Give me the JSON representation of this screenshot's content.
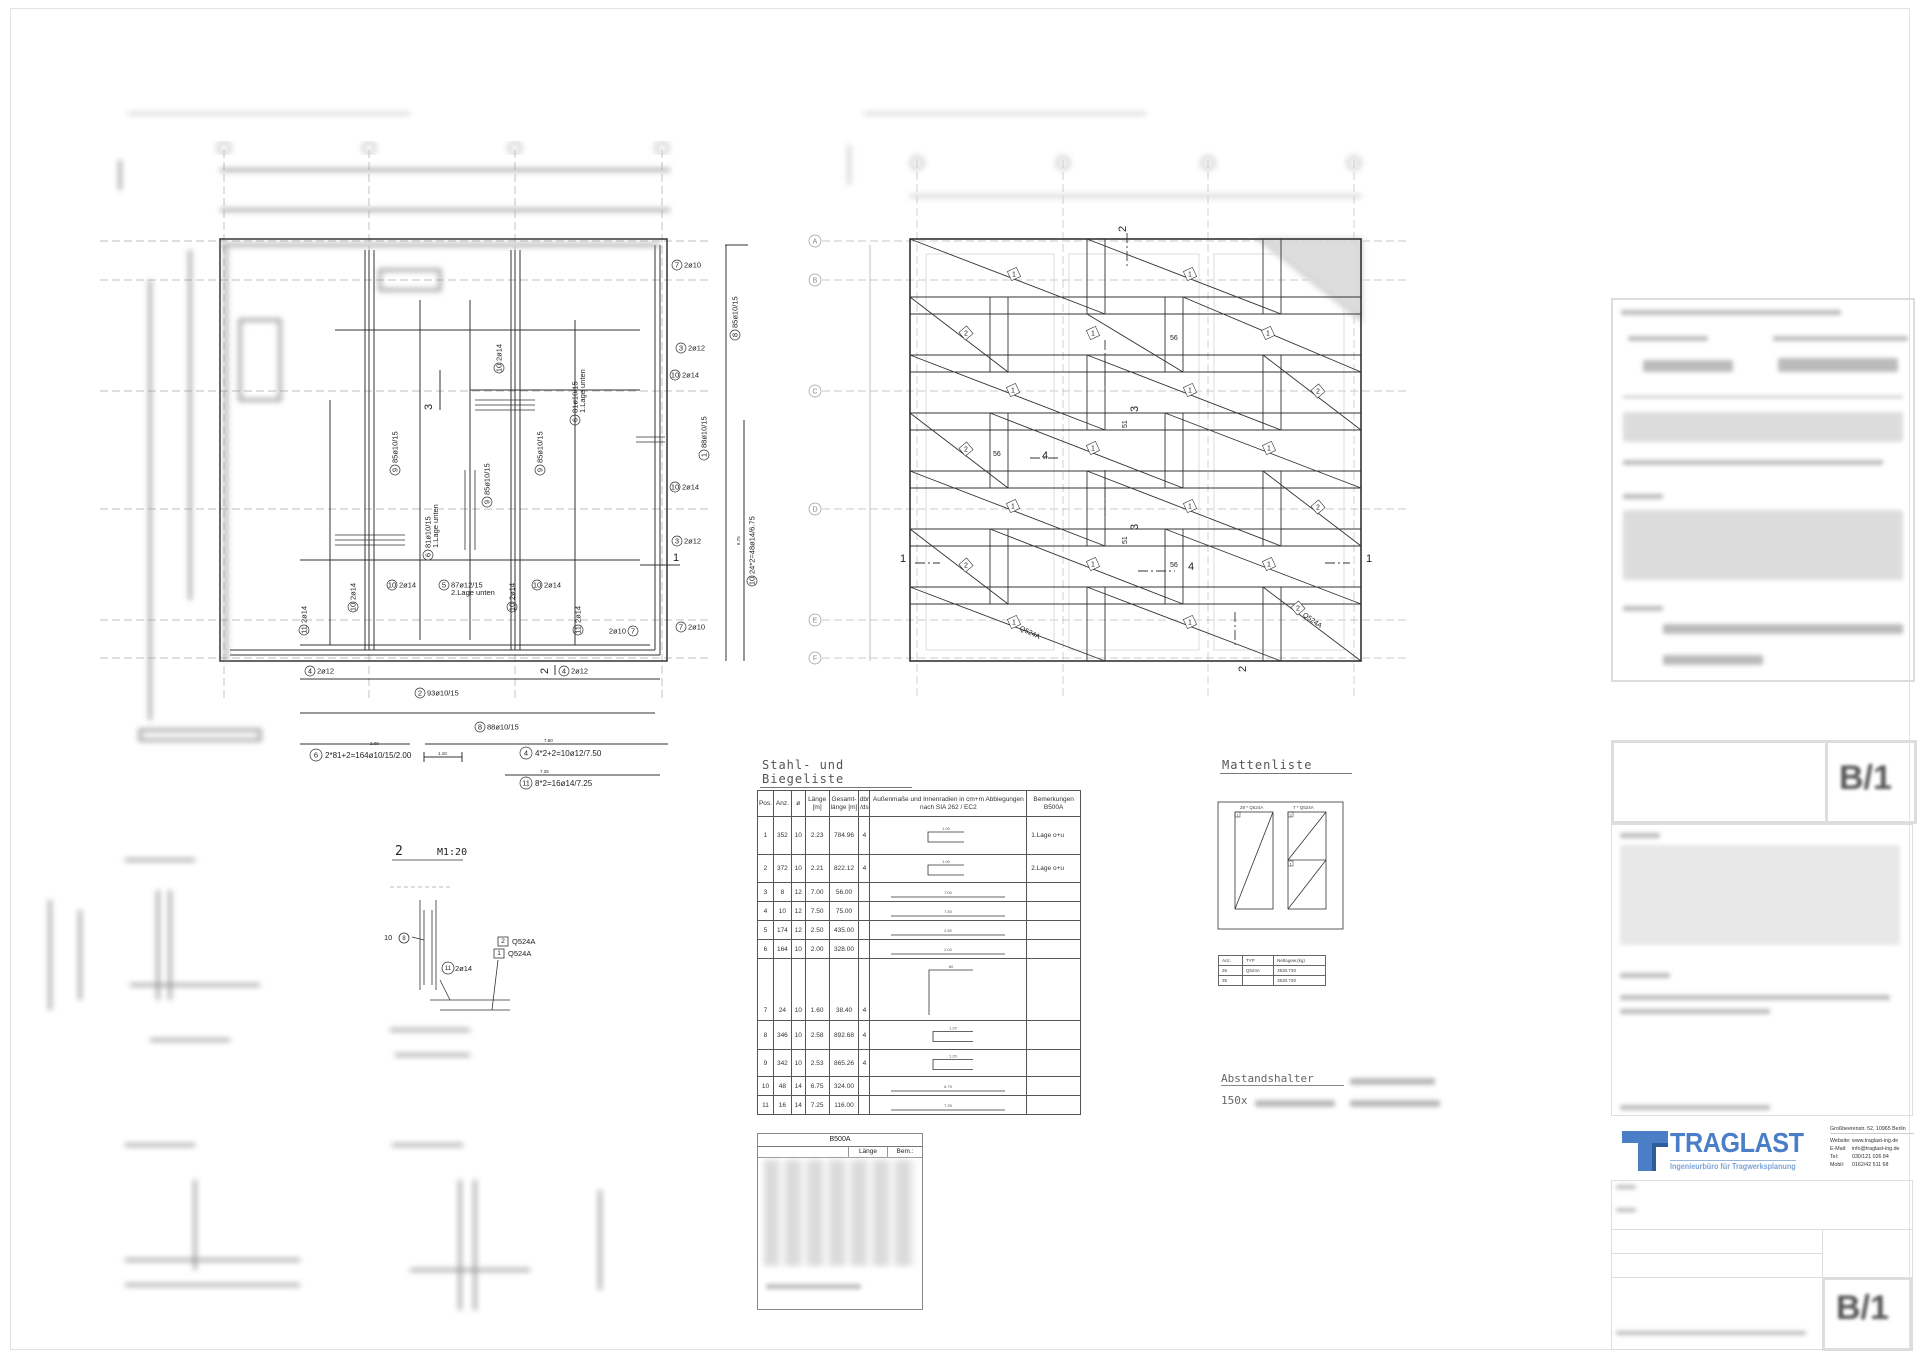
{
  "plan_left": {
    "labels": [
      {
        "pos": "7",
        "text": "2ø10"
      },
      {
        "pos": "3",
        "text": "2ø12"
      },
      {
        "pos": "10",
        "text": "2ø14"
      },
      {
        "pos": "10",
        "text": "2ø14"
      },
      {
        "pos": "3",
        "text": "2ø12"
      },
      {
        "pos": "7",
        "text": "2ø10"
      },
      {
        "pos": "7",
        "text": "2ø10"
      },
      {
        "pos": "4",
        "text": "2ø12"
      },
      {
        "pos": "4",
        "text": "2ø12"
      },
      {
        "pos": "2",
        "text": "93ø10/15"
      },
      {
        "pos": "8",
        "text": "88ø10/15"
      },
      {
        "pos": "10",
        "text": "2ø14"
      },
      {
        "pos": "10",
        "text": "2ø14"
      },
      {
        "pos": "5",
        "text": "87ø12/15",
        "note": "2.Lage unten"
      },
      {
        "pos": "1",
        "text": "88ø10/15"
      },
      {
        "pos": "8",
        "text": "85ø10/15"
      },
      {
        "pos": "10",
        "text": "24*2=48ø14/6.75"
      },
      {
        "pos": "9",
        "text": "85ø10/15"
      },
      {
        "pos": "9",
        "text": "85ø10/15"
      },
      {
        "pos": "9",
        "text": "85ø10/15"
      },
      {
        "pos": "6",
        "text": "81ø10/15",
        "note": "1.Lage unten"
      },
      {
        "pos": "6",
        "text": "81ø10/15",
        "note": "1.Lage unten"
      },
      {
        "pos": "11",
        "text": "2ø14"
      },
      {
        "pos": "11",
        "text": "2ø14"
      },
      {
        "pos": "10",
        "text": "2ø14"
      },
      {
        "pos": "10",
        "text": "2ø14"
      },
      {
        "pos": "10",
        "text": "2ø14"
      }
    ],
    "schedule": [
      {
        "pos": "6",
        "text": "2*81+2=164ø10/15/2.00",
        "dim": "2.00"
      },
      {
        "pos": "4",
        "text": "4*2+2=10ø12/7.50",
        "dim": "7.50"
      },
      {
        "pos": "11",
        "text": "8*2=16ø14/7.25",
        "dim": "7.25"
      }
    ],
    "small_dim": "1.10",
    "dim_675": "6.75",
    "section_marks": {
      "one": "1",
      "two": "2",
      "three": "3"
    }
  },
  "plan_mesh": {
    "grid_axes": [
      "A",
      "B",
      "C",
      "D",
      "E",
      "F"
    ],
    "mesh_numbers": [
      "1",
      "1",
      "2",
      "1",
      "1",
      "1",
      "1",
      "2",
      "2",
      "1",
      "1",
      "1",
      "1",
      "2",
      "2",
      "1",
      "1",
      "1",
      "1",
      "2"
    ],
    "mesh_type": "Q524A",
    "dims": {
      "d56": "56",
      "d51": "51"
    },
    "section_marks": {
      "one": "1",
      "two": "2",
      "three": "3",
      "four": "4"
    }
  },
  "steel_list": {
    "title": "Stahl- und Biegeliste",
    "headers": {
      "pos": "Pos.",
      "anz": "Anz.",
      "dia": "ø",
      "len": "Länge [m]",
      "total": "Gesamt-länge [m]",
      "dbr": "dbr /ds",
      "shape": "Außenmaße und Innenradien in cm+m Abbiegungen nach SIA 262 / EC2",
      "remarks": "Bemerkungen B500A"
    },
    "rows": [
      {
        "pos": "1",
        "anz": "352",
        "dia": "10",
        "len": "2.23",
        "total": "784.96",
        "dbr": "4",
        "shape": "u",
        "dim": "1.00",
        "rem": "1.Lage o+u"
      },
      {
        "pos": "2",
        "anz": "372",
        "dia": "10",
        "len": "2.21",
        "total": "822.12",
        "dbr": "4",
        "shape": "u",
        "dim": "1.00",
        "rem": "2.Lage o+u"
      },
      {
        "pos": "3",
        "anz": "8",
        "dia": "12",
        "len": "7.00",
        "total": "56.00",
        "dbr": "",
        "shape": "line",
        "dim": "7.00",
        "rem": ""
      },
      {
        "pos": "4",
        "anz": "10",
        "dia": "12",
        "len": "7.50",
        "total": "75.00",
        "dbr": "",
        "shape": "line",
        "dim": "7.50",
        "rem": ""
      },
      {
        "pos": "5",
        "anz": "174",
        "dia": "12",
        "len": "2.50",
        "total": "435.00",
        "dbr": "",
        "shape": "line",
        "dim": "2.50",
        "rem": ""
      },
      {
        "pos": "6",
        "anz": "164",
        "dia": "10",
        "len": "2.00",
        "total": "328.00",
        "dbr": "",
        "shape": "line",
        "dim": "2.00",
        "rem": ""
      },
      {
        "pos": "7",
        "anz": "24",
        "dia": "10",
        "len": "1.60",
        "total": "38.40",
        "dbr": "4",
        "shape": "L",
        "dim": "80",
        "rem": ""
      },
      {
        "pos": "8",
        "anz": "346",
        "dia": "10",
        "len": "2.58",
        "total": "892.68",
        "dbr": "4",
        "shape": "u",
        "dim": "1.20",
        "rem": ""
      },
      {
        "pos": "9",
        "anz": "342",
        "dia": "10",
        "len": "2.53",
        "total": "865.26",
        "dbr": "4",
        "shape": "u",
        "dim": "1.20",
        "rem": ""
      },
      {
        "pos": "10",
        "anz": "48",
        "dia": "14",
        "len": "6.75",
        "total": "324.00",
        "dbr": "",
        "shape": "line",
        "dim": "6.75",
        "rem": ""
      },
      {
        "pos": "11",
        "anz": "16",
        "dia": "14",
        "len": "7.25",
        "total": "116.00",
        "dbr": "",
        "shape": "line",
        "dim": "7.25",
        "rem": ""
      }
    ]
  },
  "b500a_table": {
    "title": "B500A",
    "col_len": "Länge",
    "col_rem": "Bem.:"
  },
  "mesh_list": {
    "title": "Mattenliste",
    "sheet_a": "28 * Q524A",
    "sheet_b": "7 * Q524A",
    "sheet_a_no": "1",
    "sheet_b_no": "2",
    "headers": [
      "Anz.",
      "TYP",
      "Nettogew.(kg)"
    ],
    "rows": [
      [
        "35",
        "Q524A",
        "3530.730"
      ],
      [
        "35",
        "",
        "3530.730"
      ]
    ]
  },
  "spacers": {
    "title": "Abstandshalter",
    "qty": "150x"
  },
  "details": {
    "d2_no": "2",
    "d2_scale": "M1:20",
    "d2_labels": {
      "a_pos": "8",
      "a_qty": "10",
      "m2": "2",
      "m2_type": "Q524A",
      "m1": "1",
      "m1_type": "Q524A",
      "b_pos": "11",
      "b_text": "2ø14"
    }
  },
  "title_block": {
    "plan_no": "B/1",
    "company": "TRAGLAST",
    "tagline": "Ingenieurbüro für Tragwerksplanung",
    "address": "Großbeerenstr. 52, 10965 Berlin",
    "contacts": [
      {
        "k": "Website:",
        "v": "www.traglast-ing.de"
      },
      {
        "k": "E-Mail:",
        "v": "info@traglast-ing.de"
      },
      {
        "k": "Tel:",
        "v": "030/121 026 84"
      },
      {
        "k": "Mobil:",
        "v": "0162/42 511 68"
      }
    ],
    "brand_color": "#4a7fc8"
  }
}
